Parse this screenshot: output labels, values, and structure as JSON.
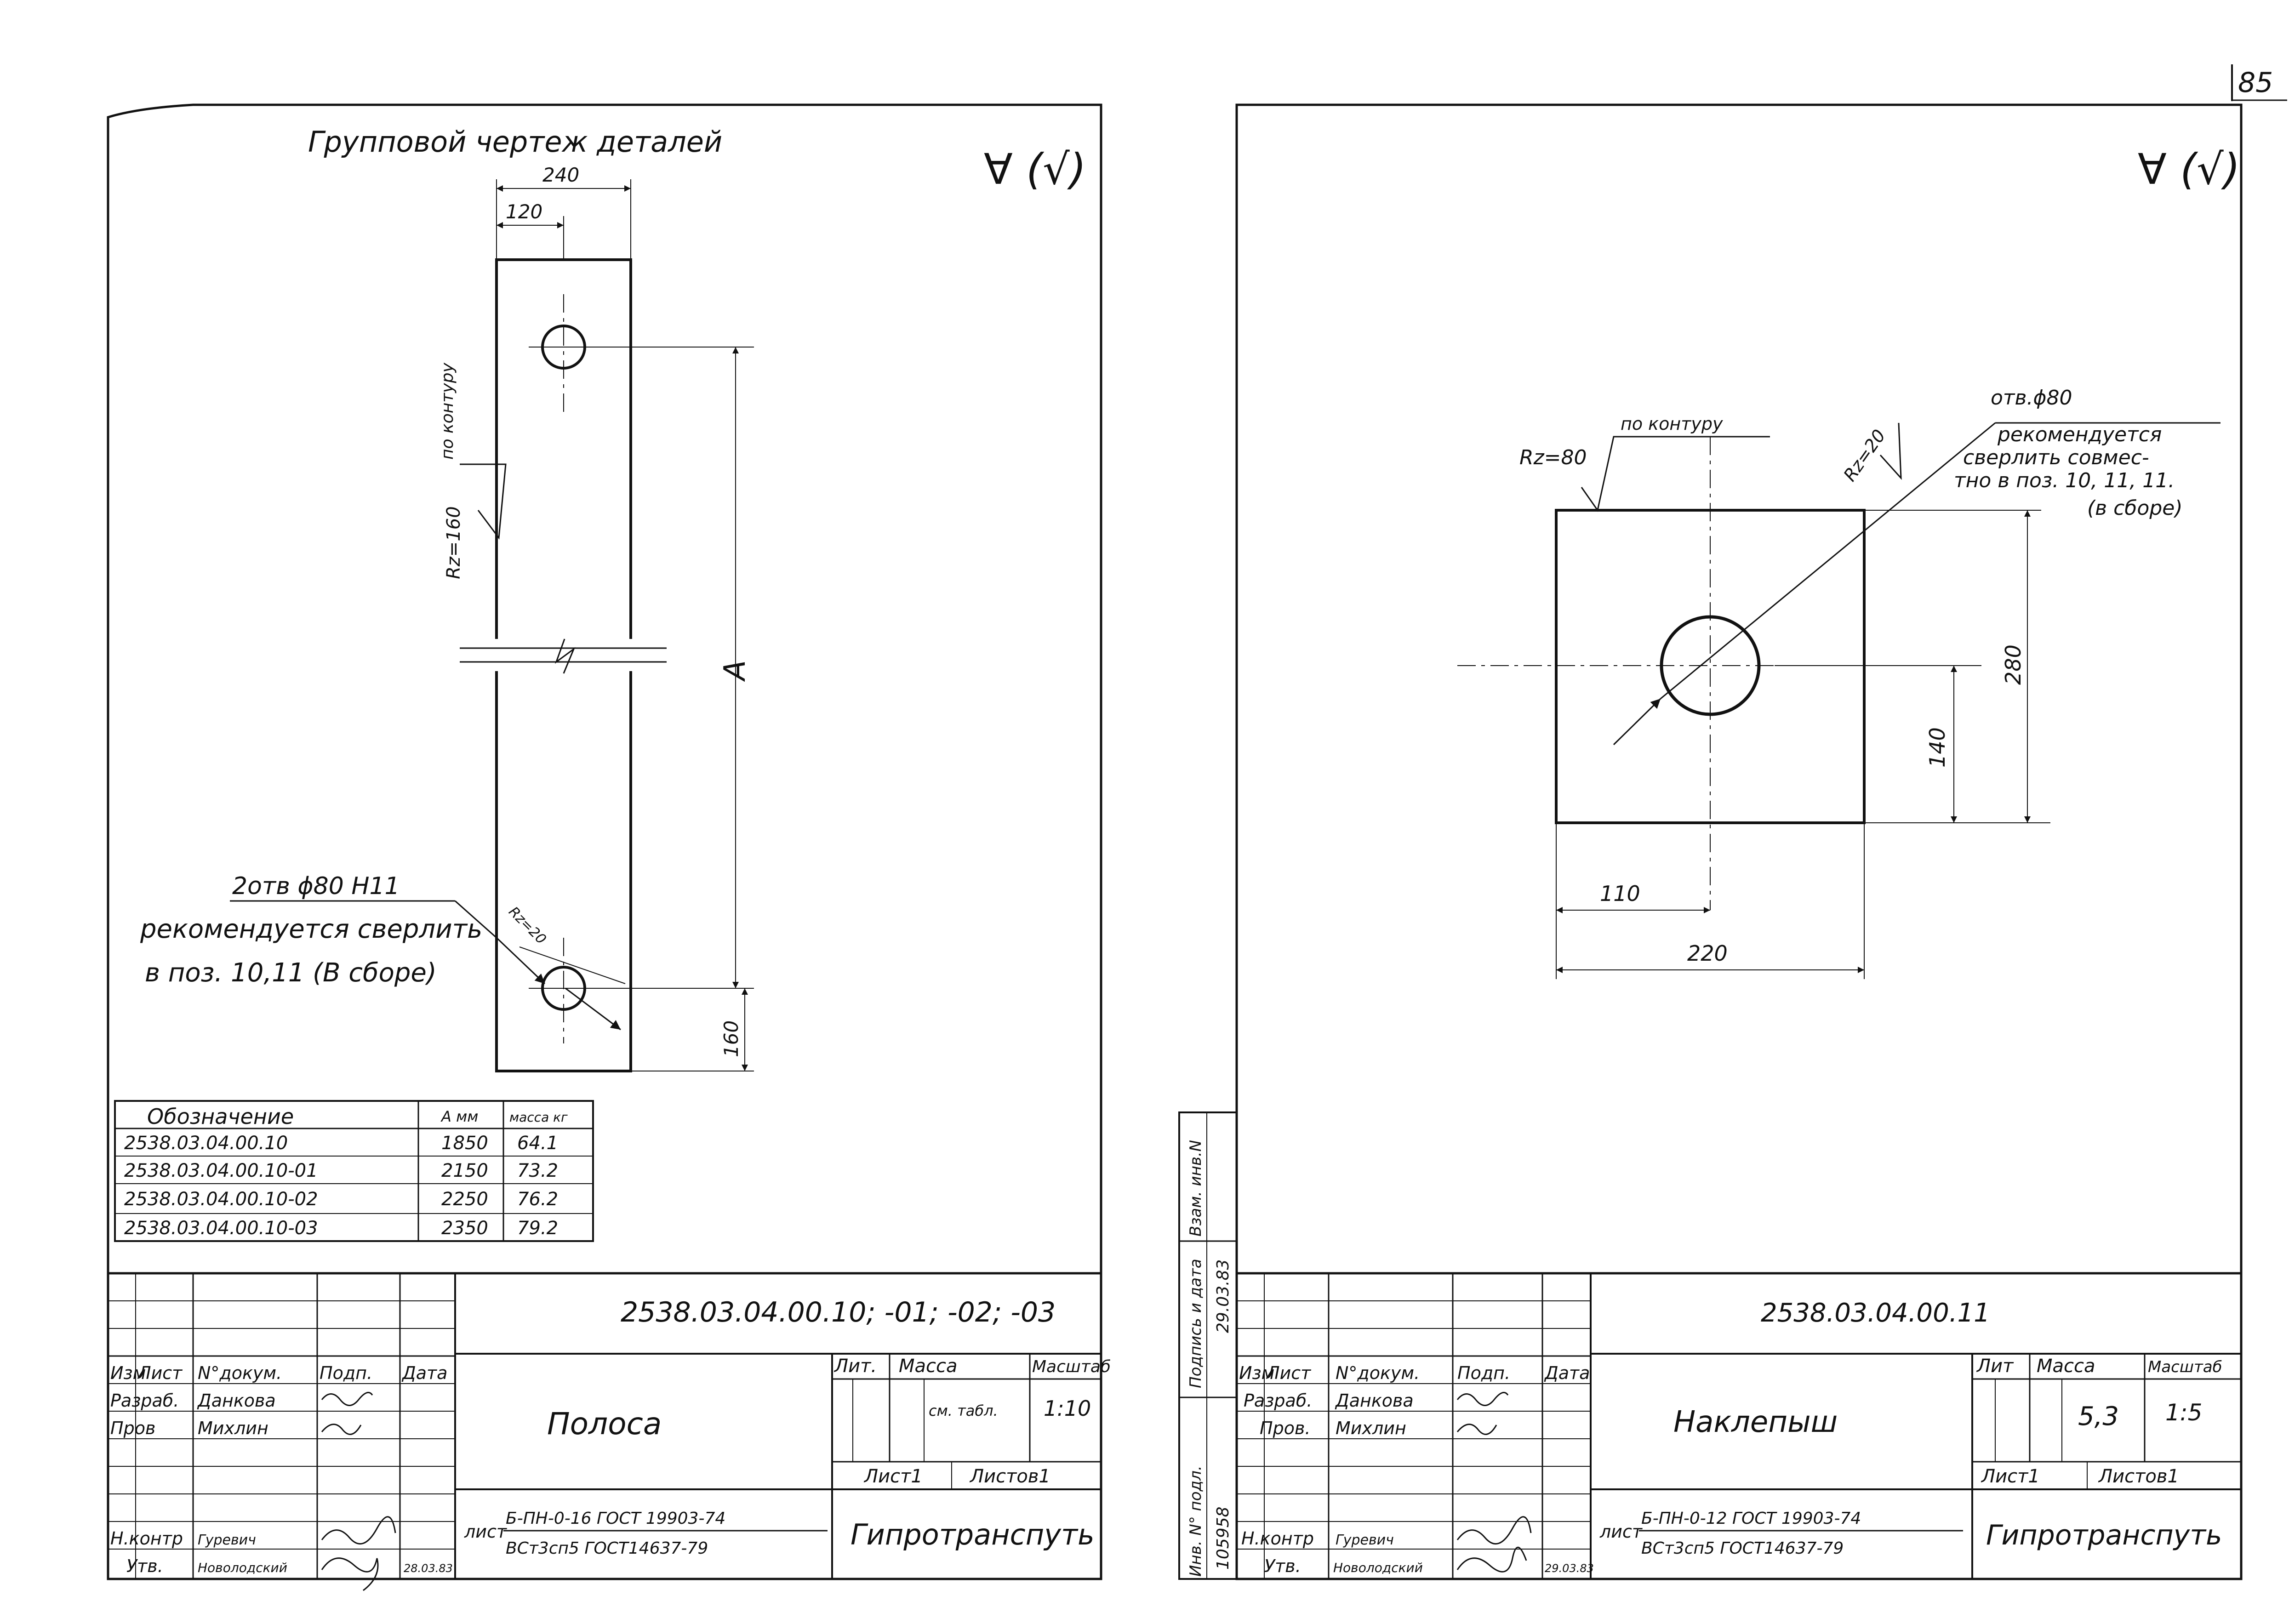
{
  "page_number": "85",
  "surface_mark": "∀ (√)",
  "sheet_left": {
    "title": "Групповой чертеж деталей",
    "dims": {
      "width": "240",
      "half_width": "120",
      "length": "A",
      "bottom": "160"
    },
    "roughness_contour": "Rz=160",
    "contour_label": "по контуру",
    "hole_roughness": "Rz=20",
    "note_line1": "2отв ϕ80 Н11",
    "note_line2": "рекомендуется сверлить",
    "note_line3": "в поз.   10,11 (В сборе)",
    "table": {
      "headers": [
        "Обозначение",
        "A мм",
        "масса кг"
      ],
      "rows": [
        [
          "2538.03.04.00.10",
          "1850",
          "64.1"
        ],
        [
          "2538.03.04.00.10-01",
          "2150",
          "73.2"
        ],
        [
          "2538.03.04.00.10-02",
          "2250",
          "76.2"
        ],
        [
          "2538.03.04.00.10-03",
          "2350",
          "79.2"
        ]
      ]
    },
    "title_block": {
      "designation": "2538.03.04.00.10; -01; -02; -03",
      "name": "Полоса",
      "col_headers": [
        "Изм",
        "Лист",
        "N°докум.",
        "Подп.",
        "Дата"
      ],
      "developed_label": "Разраб.",
      "developed_name": "Данкова",
      "checked_label": "Пров",
      "checked_name": "Михлин",
      "norm_label": "Н.контр",
      "norm_name": "Гуревич",
      "approved_label": "Утв.",
      "approved_name": "Новолодский",
      "approved_date": "28.03.83",
      "lit_label": "Лит.",
      "mass_label": "Масса",
      "scale_label": "Масштаб",
      "mass_value": "см. табл.",
      "scale_value": "1:10",
      "sheet_label": "Лист1",
      "sheets_label": "Листов1",
      "material_prefix": "лист",
      "material_top": "Б-ПН-0-16 ГОСТ 19903-74",
      "material_bottom": "ВСт3сп5 ГОСТ14637-79",
      "organization": "Гипротранспуть"
    }
  },
  "sheet_right": {
    "contour_roughness": "Rz=80",
    "contour_label": "по контуру",
    "hole_roughness": "Rz=20",
    "note_line1": "отв.ϕ80",
    "note_line2": "рекомендуется",
    "note_line3": "сверлить совмес-",
    "note_line4": "тно в поз. 10, 11, 11.",
    "note_line5": "(в сборе)",
    "dims": {
      "height": "280",
      "half_height": "140",
      "half_width": "110",
      "width": "220"
    },
    "side_stamp": {
      "labels": [
        "Инв. N° подл.",
        "Подпись и дата",
        "Взам. инв.N"
      ],
      "inv_number": "105958",
      "sign_date": "29.03.83"
    },
    "title_block": {
      "designation": "2538.03.04.00.11",
      "name": "Наклепыш",
      "col_headers": [
        "Изм",
        "Лист",
        "N°докум.",
        "Подп.",
        "Дата"
      ],
      "developed_label": "Разраб.",
      "developed_name": "Данкова",
      "checked_label": "Пров.",
      "checked_name": "Михлин",
      "norm_label": "Н.контр",
      "norm_name": "Гуревич",
      "approved_label": "Утв.",
      "approved_name": "Новолодский",
      "approved_date": "29.03.83",
      "lit_label": "Лит",
      "mass_label": "Масса",
      "scale_label": "Масштаб",
      "mass_value": "5,3",
      "scale_value": "1:5",
      "sheet_label": "Лист1",
      "sheets_label": "Листов1",
      "material_prefix": "лист",
      "material_top": "Б-ПН-0-12 ГОСТ 19903-74",
      "material_bottom": "ВСт3сп5 ГОСТ14637-79",
      "organization": "Гипротранспуть"
    }
  }
}
